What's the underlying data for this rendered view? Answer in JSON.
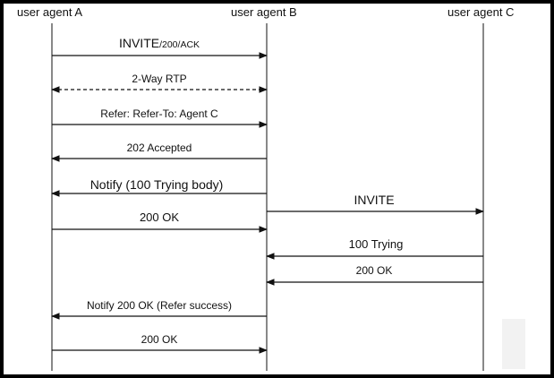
{
  "agents": {
    "a": "user agent A",
    "b": "user agent B",
    "c": "user agent C"
  },
  "messages": [
    {
      "label_main": "INVITE",
      "label_suffix": "/200/ACK",
      "from": "a",
      "to": "b",
      "style": "solid"
    },
    {
      "label": "2-Way RTP",
      "from": "a",
      "to": "b",
      "style": "dashed-bidirectional"
    },
    {
      "label": "Refer: Refer-To: Agent C",
      "from": "a",
      "to": "b",
      "style": "solid"
    },
    {
      "label": "202 Accepted",
      "from": "b",
      "to": "a",
      "style": "solid"
    },
    {
      "label": "Notify (100 Trying body)",
      "from": "b",
      "to": "a",
      "style": "solid"
    },
    {
      "label": "INVITE",
      "from": "b",
      "to": "c",
      "style": "solid"
    },
    {
      "label": "200 OK",
      "from": "a",
      "to": "b",
      "style": "solid"
    },
    {
      "label": "100 Trying",
      "from": "c",
      "to": "b",
      "style": "solid"
    },
    {
      "label": "200 OK",
      "from": "c",
      "to": "b",
      "style": "solid"
    },
    {
      "label": "Notify 200 OK (Refer success)",
      "from": "b",
      "to": "a",
      "style": "solid"
    },
    {
      "label": "200 OK",
      "from": "a",
      "to": "b",
      "style": "solid"
    }
  ],
  "colors": {
    "line": "#111111",
    "border": "#000000",
    "background": "#ffffff"
  }
}
